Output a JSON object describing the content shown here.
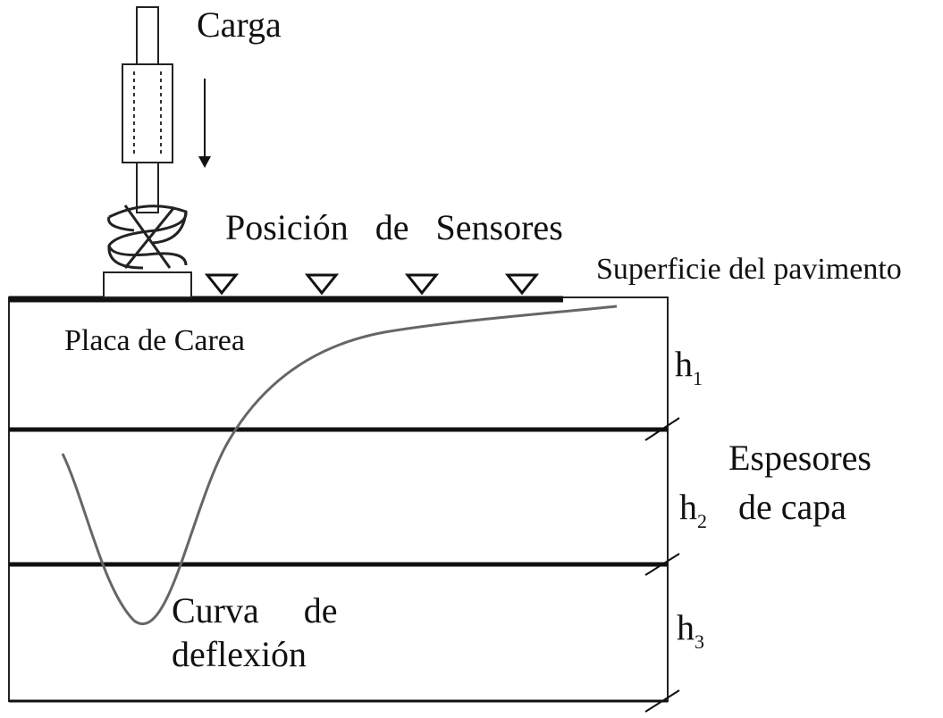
{
  "labels": {
    "load": "Carga",
    "sensor_position": "Posición   de   Sensores",
    "pavement_surface": "Superficie del pavimento",
    "load_plate": "Placa de Carea",
    "layer_thickness_line1": "Espesores",
    "layer_thickness_line2": "de capa",
    "deflection_curve_line1": "Curva     de",
    "deflection_curve_line2": "deflexión",
    "h": "h",
    "h1_sub": "1",
    "h2_sub": "2",
    "h3_sub": "3"
  },
  "sensor_count": 4,
  "layer_count": 3
}
